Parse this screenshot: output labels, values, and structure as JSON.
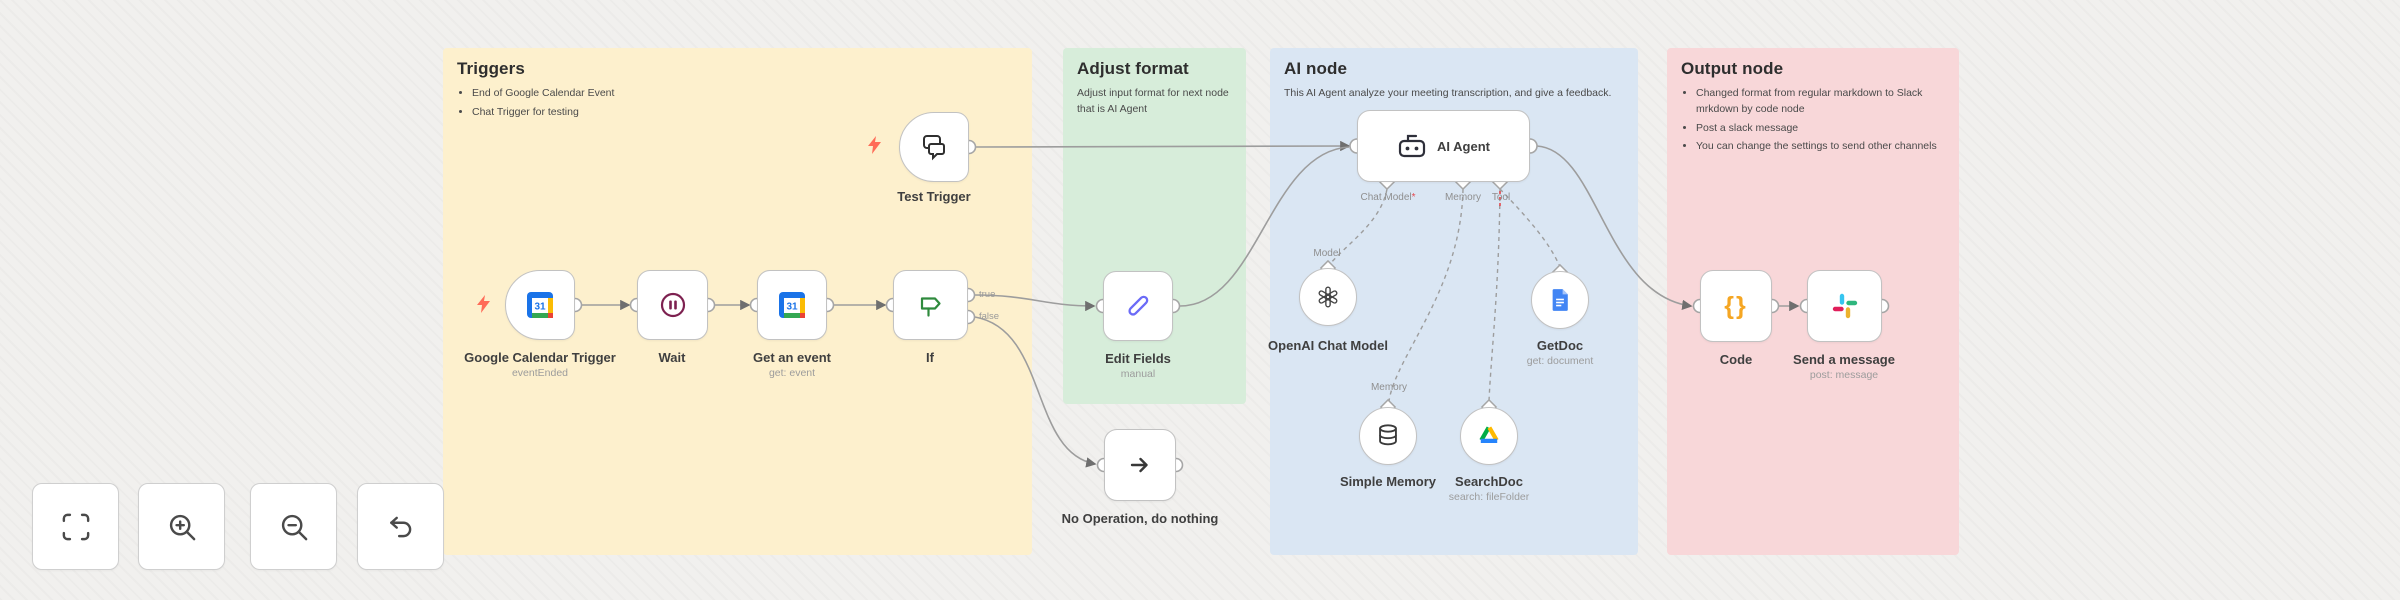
{
  "panels": {
    "triggers": {
      "title": "Triggers",
      "bullets": [
        "End of Google Calendar Event",
        "Chat Trigger for testing"
      ]
    },
    "adjust_format": {
      "title": "Adjust format",
      "description": "Adjust input format for next node that is AI Agent"
    },
    "ai_node": {
      "title": "AI node",
      "description": "This AI Agent analyze your meeting transcription, and give a feedback."
    },
    "output_node": {
      "title": "Output node",
      "bullets": [
        "Changed format from regular markdown to Slack mrkdown by code node",
        "Post a slack message",
        "You can change the settings to send other channels"
      ]
    }
  },
  "nodes": {
    "test_trigger": {
      "label": "Test Trigger"
    },
    "google_calendar_trigger": {
      "label": "Google Calendar Trigger",
      "subtitle": "eventEnded"
    },
    "wait": {
      "label": "Wait"
    },
    "get_an_event": {
      "label": "Get an event",
      "subtitle": "get: event"
    },
    "if": {
      "label": "If",
      "output_true": "true",
      "output_false": "false"
    },
    "edit_fields": {
      "label": "Edit Fields",
      "subtitle": "manual"
    },
    "no_operation": {
      "label": "No Operation, do nothing"
    },
    "ai_agent": {
      "label": "AI Agent",
      "port_chat_model": "Chat Model",
      "required_marker": "*",
      "port_memory": "Memory",
      "port_tool": "Tool"
    },
    "openai_chat_model": {
      "label": "OpenAI Chat Model",
      "port_label": "Model"
    },
    "simple_memory": {
      "label": "Simple Memory",
      "port_label": "Memory"
    },
    "searchdoc": {
      "label": "SearchDoc",
      "subtitle": "search: fileFolder"
    },
    "getdoc": {
      "label": "GetDoc",
      "subtitle": "get: document"
    },
    "code": {
      "label": "Code",
      "icon_text": "{}"
    },
    "send_a_message": {
      "label": "Send a message",
      "subtitle": "post: message"
    }
  },
  "icons": {
    "calendar_day": "31"
  },
  "colors": {
    "panel_yellow": "#fdf0cd",
    "panel_green": "#d7edda",
    "panel_blue": "#dae6f3",
    "panel_pink": "#f8d7d9",
    "edge_gray": "#9d9d9d",
    "bolt_red": "#ff6b57",
    "wait_maroon": "#7d2150",
    "if_green": "#2f8a3d",
    "pen_indigo": "#6b6bf7",
    "code_orange": "#f5a623",
    "required_red": "#e5484d"
  }
}
